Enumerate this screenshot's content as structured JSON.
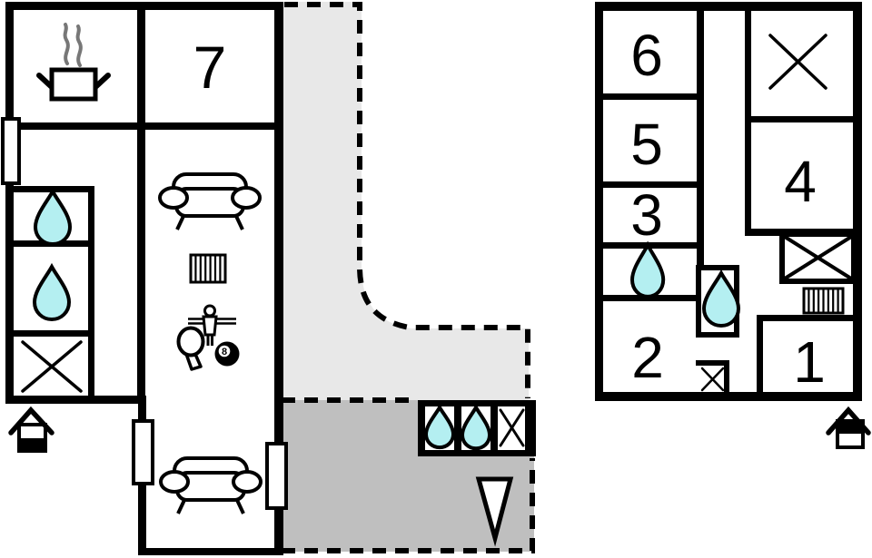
{
  "colors": {
    "wall": "#000000",
    "background": "#ffffff",
    "terrace_light": "#e8e8e8",
    "terrace_dark": "#bfbfbf",
    "water": "#b4eff1",
    "steam": "#777777"
  },
  "ground_floor": {
    "room_labels": {
      "room7": "7"
    },
    "games": {
      "ball_label": "8"
    },
    "icons": [
      "cooking-pot-icon",
      "steam-icon",
      "sofa-icon",
      "radiator-icon",
      "table-tennis-paddle-icon",
      "table-football-player-icon",
      "billiard-8-ball-icon",
      "water-drop-icon",
      "cross-window-icon",
      "entrance-house-icon",
      "triangle-marker-icon"
    ]
  },
  "upper_floor": {
    "room_labels": {
      "room1": "1",
      "room2": "2",
      "room3": "3",
      "room4": "4",
      "room5": "5",
      "room6": "6"
    },
    "icons": [
      "water-drop-icon",
      "cross-window-icon",
      "radiator-icon",
      "crossed-wardrobe-icon",
      "entrance-house-icon"
    ]
  }
}
